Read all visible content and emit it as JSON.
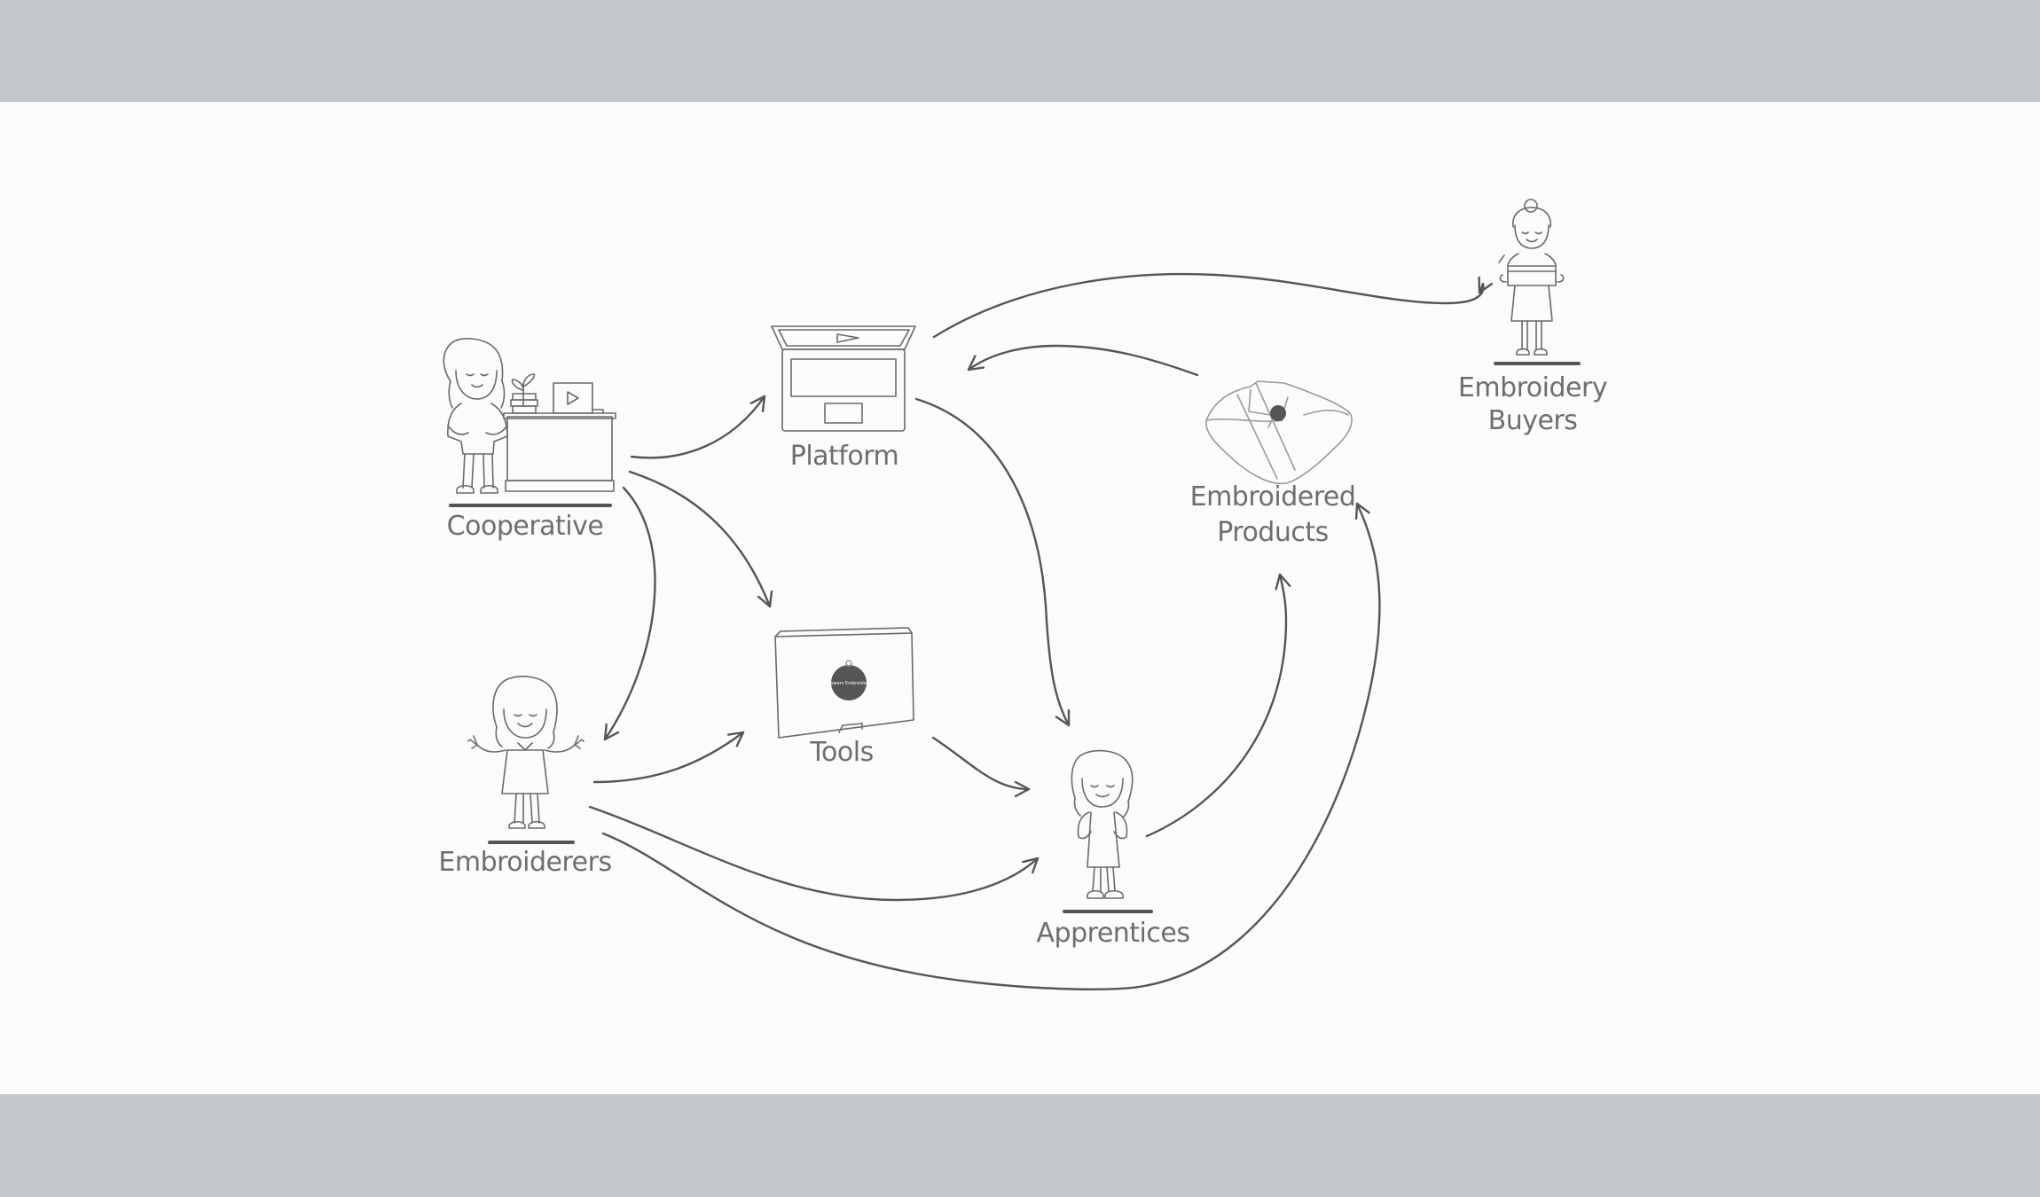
{
  "nodes": {
    "cooperative": {
      "label": "Cooperative"
    },
    "platform": {
      "label": "Platform"
    },
    "tools": {
      "label": "Tools",
      "kit_badge": "Flowers Embroidery"
    },
    "embroiderers": {
      "label": "Embroiderers"
    },
    "apprentices": {
      "label": "Apprentices"
    },
    "embroidered_products": {
      "label_line1": "Embroidered",
      "label_line2": "Products"
    },
    "embroidery_buyers": {
      "label_line1": "Embroidery",
      "label_line2": "Buyers"
    }
  },
  "colors": {
    "letterbox": "#c4c7cb",
    "canvas": "#fbfbfb",
    "ink": "#555555",
    "label": "#6e6e6e"
  }
}
